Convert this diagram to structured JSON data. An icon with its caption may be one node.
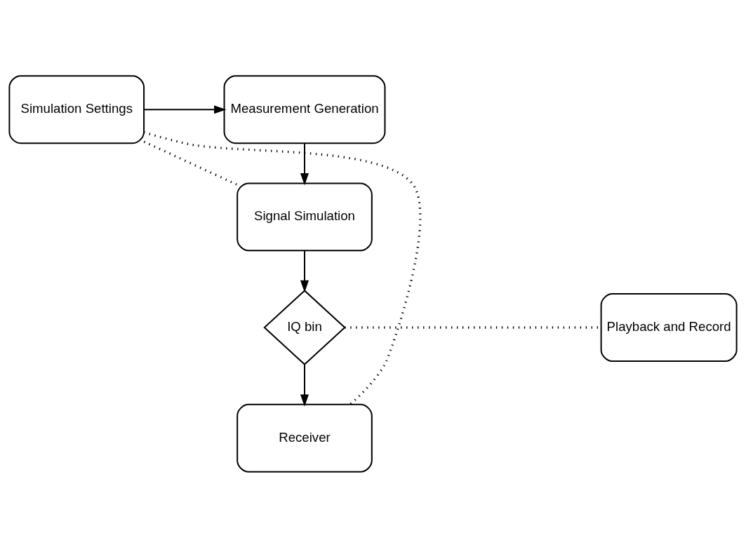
{
  "diagram": {
    "nodes": [
      {
        "text": [
          "Simulation Settings"
        ]
      },
      {
        "text": [
          "Measurement Generation"
        ]
      },
      {
        "text": [
          "Signal Simulation"
        ]
      },
      {
        "text": [
          "IQ bin"
        ]
      },
      {
        "text": [
          "Playback and Record"
        ]
      },
      {
        "text": [
          "Receiver"
        ]
      }
    ],
    "edges": [
      {
        "from": 0,
        "to": 1,
        "arrow": "to"
      },
      {
        "from": 1,
        "to": 2,
        "arrow": "to"
      },
      {
        "from": 2,
        "to": 3,
        "arrow": "to"
      },
      {
        "from": 3,
        "to": 5,
        "arrow": "to"
      },
      {
        "from": 0,
        "to": 2,
        "arrow": "none",
        "style": "dashed"
      },
      {
        "from": 0,
        "to": 5,
        "arrow": "none",
        "style": "dashed"
      },
      {
        "from": 3,
        "to": 4,
        "arrow": "none",
        "style": "dashed"
      }
    ]
  }
}
